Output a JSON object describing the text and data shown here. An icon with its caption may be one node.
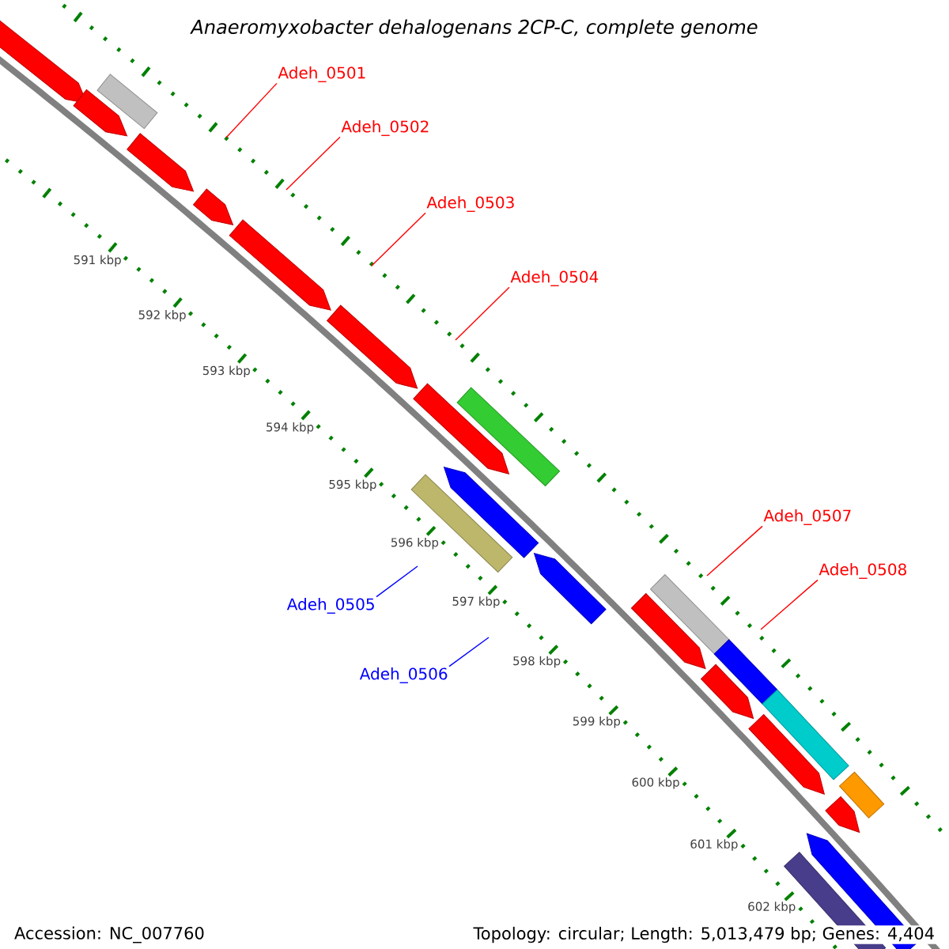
{
  "diagram": {
    "title": "Anaeromyxobacter dehalogenans 2CP-C, complete genome",
    "nodes": [
      {
        "text": [
          "Adeh_0501"
        ]
      },
      {
        "text": [
          "Adeh_0502"
        ]
      },
      {
        "text": [
          "Adeh_0503"
        ]
      },
      {
        "text": [
          "Adeh_0504"
        ]
      },
      {
        "text": [
          "Adeh_0505"
        ]
      },
      {
        "text": [
          "Adeh_0506"
        ]
      },
      {
        "text": [
          "Adeh_0507"
        ]
      },
      {
        "text": [
          "Adeh_0508"
        ]
      }
    ],
    "edges": [
      {
        "from": 0,
        "to": null,
        "arrow": "none"
      },
      {
        "from": 1,
        "to": null,
        "arrow": "none"
      },
      {
        "from": 2,
        "to": null,
        "arrow": "none"
      },
      {
        "from": 3,
        "to": null,
        "arrow": "none"
      },
      {
        "from": 4,
        "to": null,
        "arrow": "none",
        "color": "#0000ff"
      },
      {
        "from": 5,
        "to": null,
        "arrow": "none",
        "color": "#0000ff"
      },
      {
        "from": 6,
        "to": null,
        "arrow": "none"
      },
      {
        "from": 7,
        "to": null,
        "arrow": "none"
      }
    ],
    "labels": [
      "591 kbp",
      "592 kbp",
      "593 kbp",
      "594 kbp",
      "595 kbp",
      "596 kbp",
      "597 kbp",
      "598 kbp",
      "599 kbp",
      "600 kbp",
      "601 kbp",
      "602 kbp",
      "Accession: NC_007760",
      "Topology: circular; Length: 5,013,479 bp; Genes: 4,404"
    ]
  }
}
